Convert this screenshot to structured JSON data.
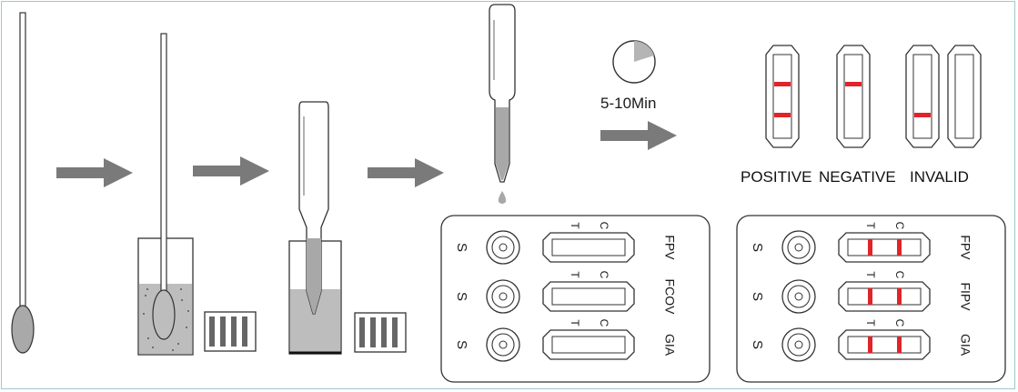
{
  "timer": {
    "label": "5-10Min"
  },
  "results": [
    {
      "label": "POSITIVE"
    },
    {
      "label": "NEGATIVE"
    },
    {
      "label": "INVALID"
    }
  ],
  "cassettes": [
    {
      "rows": [
        {
          "sample_label": "S",
          "t_label": "T",
          "c_label": "C",
          "name": "FPV"
        },
        {
          "sample_label": "S",
          "t_label": "T",
          "c_label": "C",
          "name": "FCOV"
        },
        {
          "sample_label": "S",
          "t_label": "T",
          "c_label": "C",
          "name": "GIA"
        }
      ]
    },
    {
      "rows": [
        {
          "sample_label": "S",
          "t_label": "T",
          "c_label": "C",
          "name": "FPV"
        },
        {
          "sample_label": "S",
          "t_label": "T",
          "c_label": "C",
          "name": "FIPV"
        },
        {
          "sample_label": "S",
          "t_label": "T",
          "c_label": "C",
          "name": "GIA"
        }
      ]
    }
  ],
  "colors": {
    "arrow": "#7a7a7a",
    "band": "#e0242a",
    "stroke": "#333333",
    "liquid": "#bdbdbd"
  }
}
